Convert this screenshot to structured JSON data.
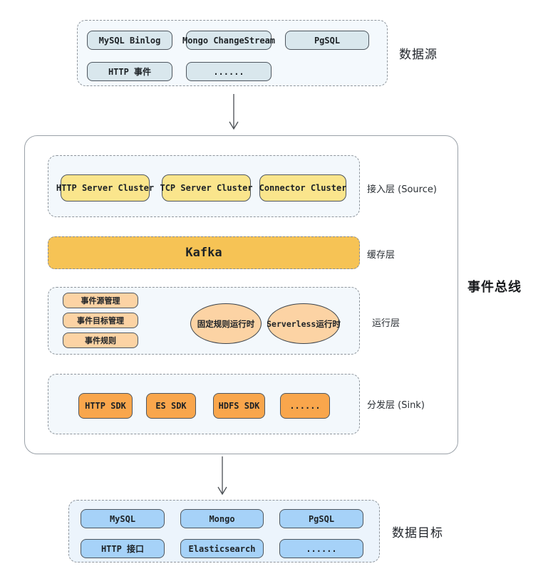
{
  "diagram": {
    "data_source": {
      "label": "数据源",
      "nodes": [
        "MySQL Binlog",
        "Mongo ChangeStream",
        "PgSQL",
        "HTTP 事件",
        "......"
      ]
    },
    "event_bus": {
      "label": "事件总线",
      "source_layer": {
        "label": "接入层 (Source)",
        "nodes": [
          "HTTP Server Cluster",
          "TCP Server Cluster",
          "Connector Cluster"
        ]
      },
      "cache_layer": {
        "label": "缓存层",
        "node": "Kafka"
      },
      "runtime_layer": {
        "label": "运行层",
        "management_nodes": [
          "事件源管理",
          "事件目标管理",
          "事件规则"
        ],
        "runtime_nodes": [
          "固定规则运行时",
          "Serverless运行时"
        ]
      },
      "sink_layer": {
        "label": "分发层 (Sink)",
        "nodes": [
          "HTTP SDK",
          "ES SDK",
          "HDFS SDK",
          "......"
        ]
      }
    },
    "data_target": {
      "label": "数据目标",
      "nodes": [
        "MySQL",
        "Mongo",
        "PgSQL",
        "HTTP 接口",
        "Elasticsearch",
        "......"
      ]
    },
    "colors": {
      "source_chip": "#d9e7ed",
      "yellow_chip": "#fae58c",
      "kafka_band": "#f6c355",
      "peach_chip": "#fcd3a4",
      "orange_chip": "#f9a64c",
      "blue_chip": "#a6d2f8"
    }
  }
}
